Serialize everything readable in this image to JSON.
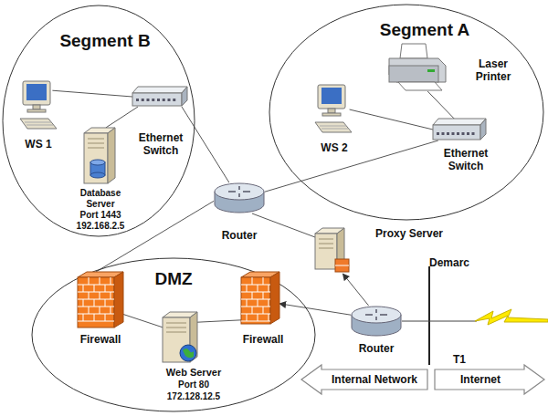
{
  "diagram": {
    "nodes": [
      {
        "text": [
          "Segment B"
        ]
      },
      {
        "text": [
          "WS 1"
        ],
        "in": 0
      },
      {
        "text": [
          "Ethernet Switch"
        ],
        "in": 0
      },
      {
        "text": [
          "Database Server",
          "Port 1443",
          "192.168.2.5"
        ],
        "in": 0
      },
      {
        "text": [
          "Segment A"
        ]
      },
      {
        "text": [
          "Laser Printer"
        ],
        "in": 4
      },
      {
        "text": [
          "WS 2"
        ],
        "in": 4
      },
      {
        "text": [
          "Ethernet Switch"
        ],
        "in": 4
      },
      {
        "text": [
          "Router"
        ]
      },
      {
        "text": [
          "Proxy Server"
        ]
      },
      {
        "text": [
          "DMZ"
        ]
      },
      {
        "text": [
          "Firewall"
        ],
        "in": 10
      },
      {
        "text": [
          "Web Server",
          "Port 80",
          "172.128.12.5"
        ],
        "in": 10
      },
      {
        "text": [
          "Firewall"
        ],
        "in": 10
      },
      {
        "text": [
          "Router"
        ]
      }
    ],
    "edges": [
      {
        "from": 1,
        "to": 2,
        "arrow": "none"
      },
      {
        "from": 3,
        "to": 2,
        "arrow": "none"
      },
      {
        "from": 2,
        "to": 8,
        "arrow": "none"
      },
      {
        "from": 6,
        "to": 7,
        "arrow": "none"
      },
      {
        "from": 5,
        "to": 7,
        "arrow": "none"
      },
      {
        "from": 7,
        "to": 8,
        "arrow": "none"
      },
      {
        "from": 8,
        "to": 11,
        "arrow": "none"
      },
      {
        "from": 8,
        "to": 9,
        "arrow": "none"
      },
      {
        "from": 14,
        "to": 9,
        "arrow": "to"
      },
      {
        "from": 11,
        "to": 12,
        "arrow": "none"
      },
      {
        "from": 12,
        "to": 13,
        "arrow": "none"
      },
      {
        "from": 14,
        "to": 13,
        "arrow": "to"
      }
    ],
    "labels": [
      "Demarc",
      "T1",
      "Internal Network",
      "Internet"
    ]
  }
}
